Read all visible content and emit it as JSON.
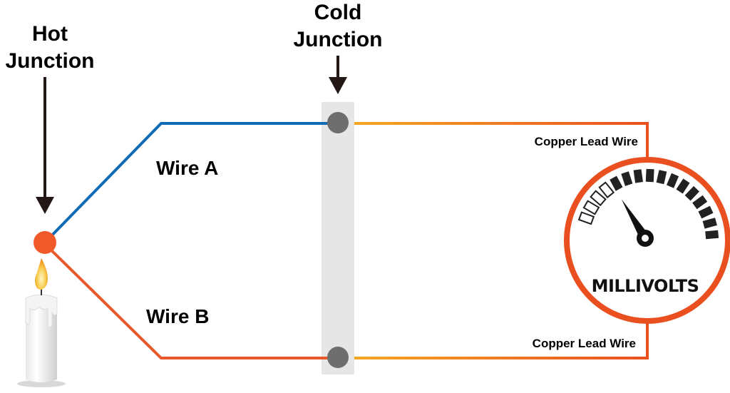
{
  "labels": {
    "hot_junction": [
      "Hot",
      "Junction"
    ],
    "cold_junction": [
      "Cold",
      "Junction"
    ],
    "wire_a": "Wire A",
    "wire_b": "Wire B",
    "copper_top": "Copper Lead Wire",
    "copper_bottom": "Copper Lead Wire",
    "meter": "MILLIVOLTS"
  },
  "colors": {
    "wire_a": "#0f6bb5",
    "wire_b": "#e8582a",
    "copper_start": "#f5a623",
    "copper_end": "#ea4f20",
    "junction": "#f05a28",
    "terminal_block": "#e6e6e6",
    "terminal": "#6e6e6e",
    "arrow": "#231815"
  },
  "meter": {
    "needle_level": 0.25
  }
}
